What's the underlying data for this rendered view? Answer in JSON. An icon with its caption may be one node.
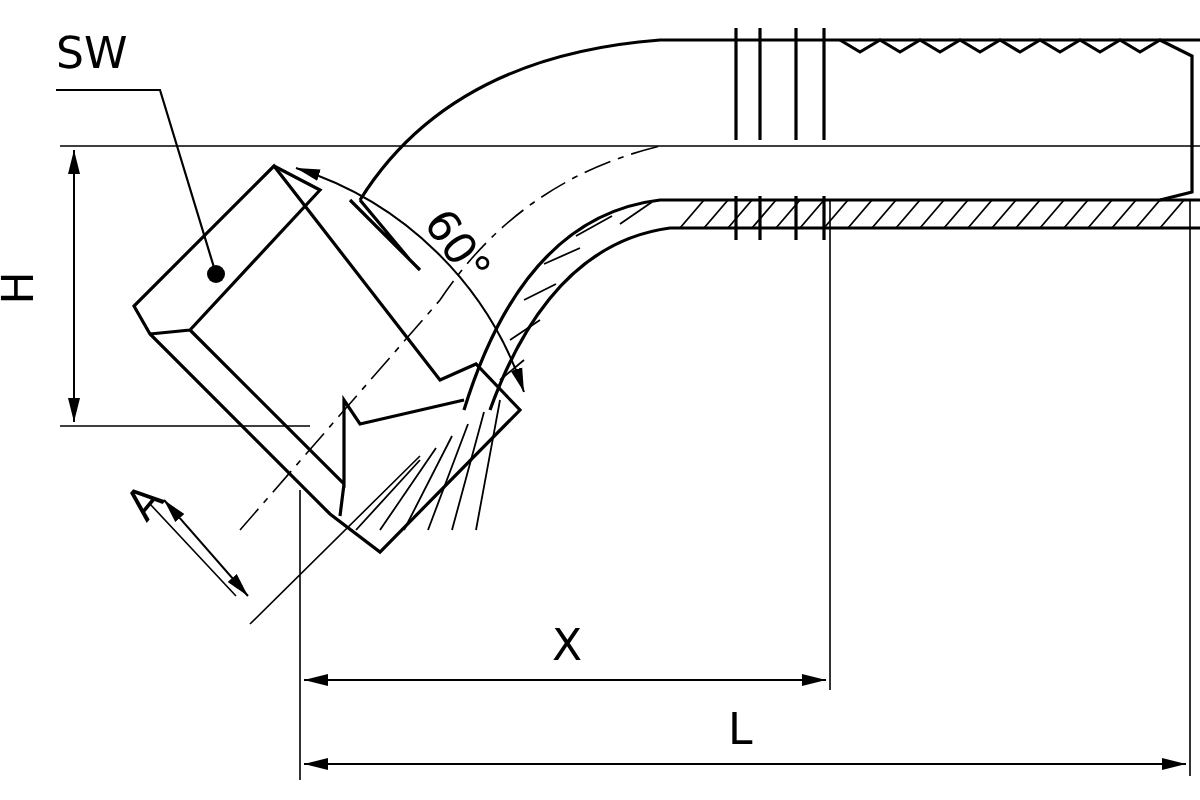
{
  "diagram": {
    "nodes": [
      {
        "text": [
          "SW"
        ]
      },
      {
        "text": [],
        "shape": "picture"
      }
    ],
    "edges": [
      {
        "from": 0,
        "to": 1,
        "arrow": "other"
      }
    ],
    "labels": [
      "60°",
      "H",
      "A",
      "X",
      "L"
    ]
  }
}
